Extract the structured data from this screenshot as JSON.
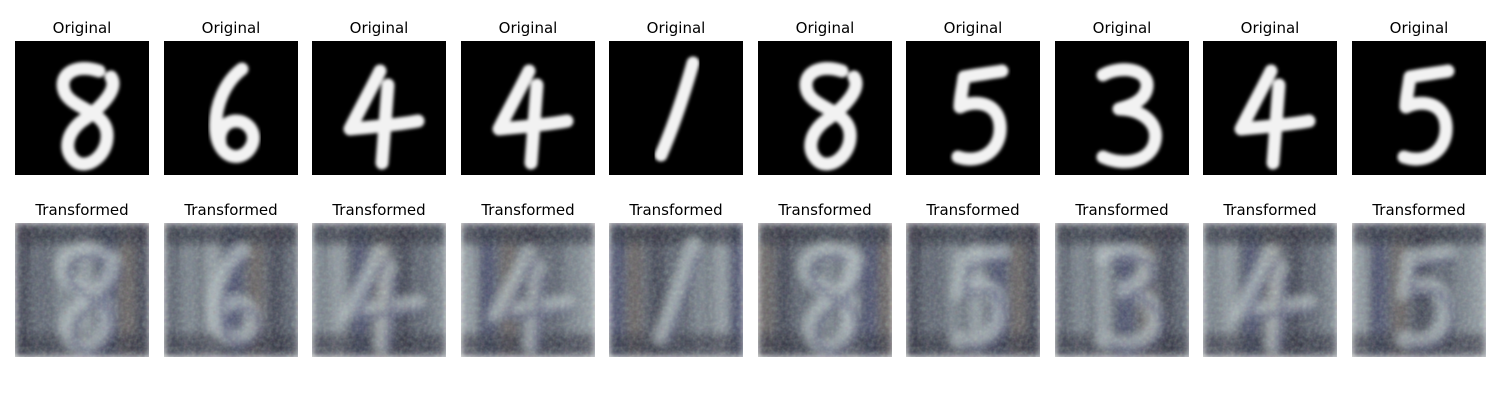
{
  "figure": {
    "rows": [
      {
        "title": "Original",
        "panels": [
          {
            "digit": "8"
          },
          {
            "digit": "6"
          },
          {
            "digit": "4"
          },
          {
            "digit": "4"
          },
          {
            "digit": "1"
          },
          {
            "digit": "8"
          },
          {
            "digit": "5"
          },
          {
            "digit": "3"
          },
          {
            "digit": "4"
          },
          {
            "digit": "5"
          }
        ]
      },
      {
        "title": "Transformed",
        "panels": [
          {
            "digit": "8"
          },
          {
            "digit": "6"
          },
          {
            "digit": "4"
          },
          {
            "digit": "4"
          },
          {
            "digit": "1"
          },
          {
            "digit": "8"
          },
          {
            "digit": "5"
          },
          {
            "digit": "3"
          },
          {
            "digit": "4"
          },
          {
            "digit": "5"
          }
        ]
      }
    ],
    "colors": {
      "original_background": "#000000",
      "original_stroke": "#f2f2f2",
      "transformed_tones": [
        "#2a2c3a",
        "#5c6470",
        "#8f9aa3",
        "#b8c3c6",
        "#3d3f6a",
        "#6b5e55"
      ]
    }
  }
}
